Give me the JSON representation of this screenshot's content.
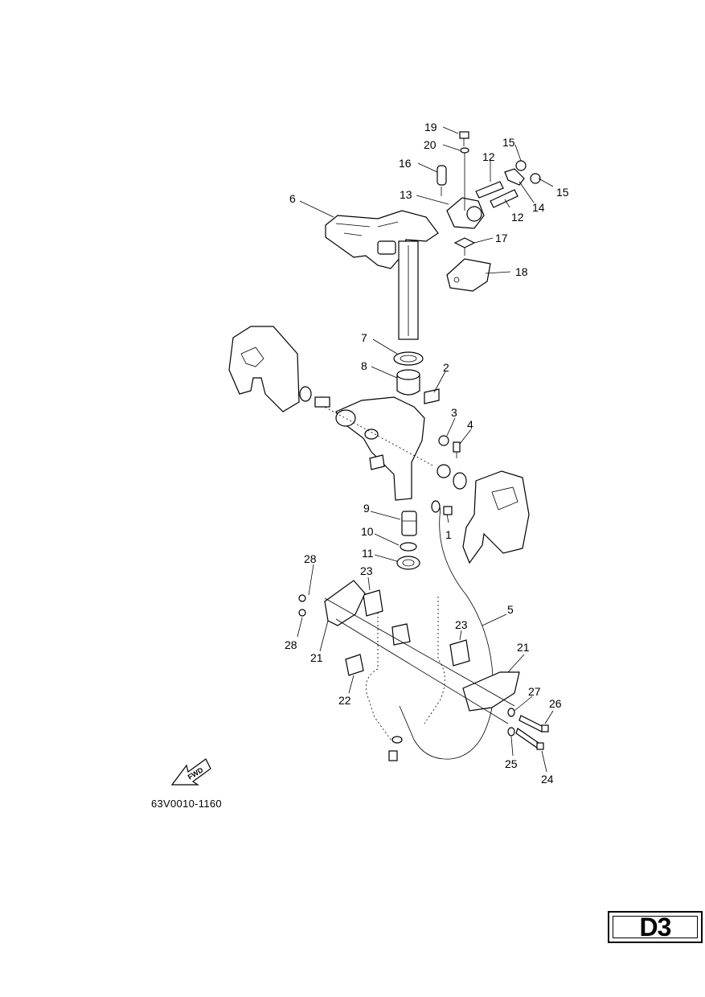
{
  "diagram": {
    "code": "63V0010-1160",
    "page_code": "D3",
    "fwd_label": "FWD",
    "callouts": [
      "1",
      "2",
      "3",
      "4",
      "5",
      "6",
      "7",
      "8",
      "9",
      "10",
      "11",
      "12",
      "12",
      "13",
      "14",
      "15",
      "15",
      "16",
      "17",
      "18",
      "19",
      "20",
      "21",
      "21",
      "22",
      "23",
      "23",
      "24",
      "25",
      "26",
      "27",
      "28",
      "28"
    ]
  }
}
